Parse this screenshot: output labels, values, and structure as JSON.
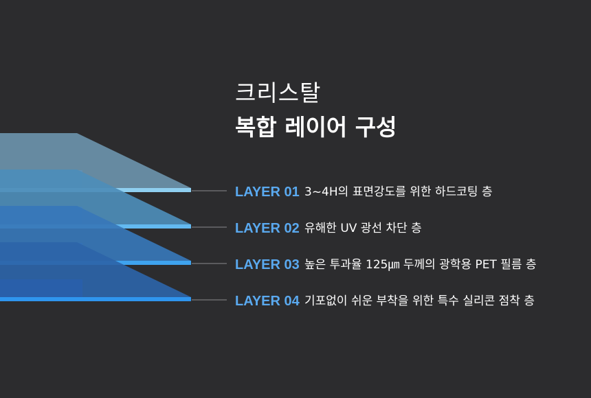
{
  "title": {
    "line1": "크리스탈",
    "line2": "복합 레이어 구성"
  },
  "colors": {
    "background": "#2c2c2e",
    "label": "#5aa9ef",
    "text": "#ffffff",
    "leader_line": "#8a8a8e"
  },
  "layers": [
    {
      "label": "LAYER 01",
      "description": "3~4H의 표면강도를 위한 하드코팅 층",
      "edge_color": "#8fcff0",
      "top_color": "#6b93ab",
      "side_color": "#5a9ad8"
    },
    {
      "label": "LAYER 02",
      "description": "유해한 UV 광선 차단 층",
      "edge_color": "#63b9f0",
      "top_color": "#4d8db8",
      "side_color": "#3d82d0"
    },
    {
      "label": "LAYER 03",
      "description": "높은 투과율 125㎛ 두께의 광학용 PET 필름 층",
      "edge_color": "#3fa3ee",
      "top_color": "#3777b8",
      "side_color": "#2e6fc8"
    },
    {
      "label": "LAYER 04",
      "description": "기포없이 쉬운 부착을 위한  특수 실리콘 점착 층",
      "edge_color": "#2f95ee",
      "top_color": "#2c64a8",
      "side_color": "#2660c0"
    }
  ]
}
